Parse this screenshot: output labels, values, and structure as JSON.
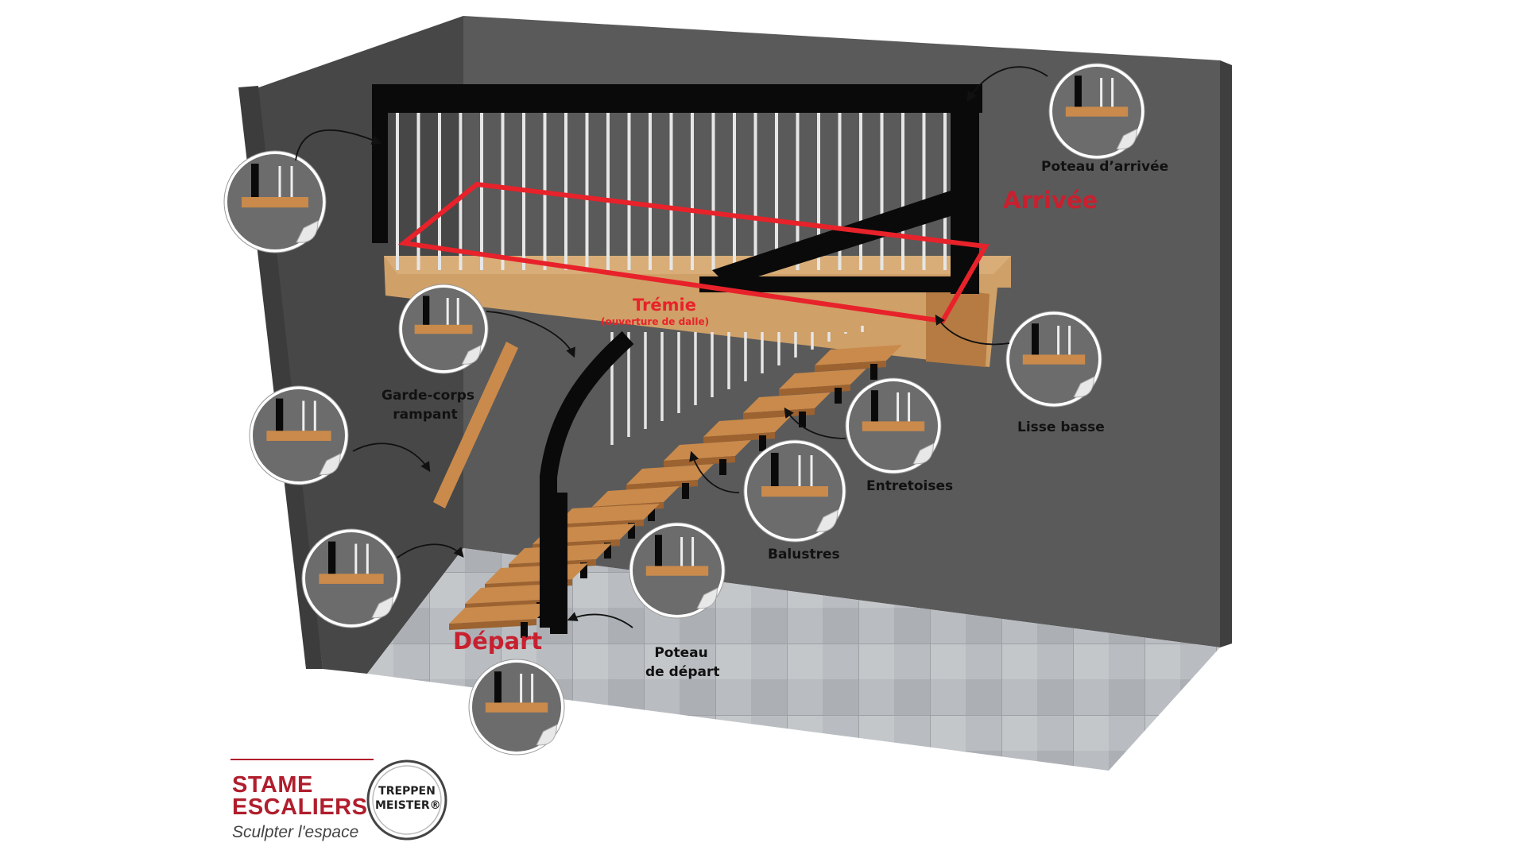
{
  "labels": {
    "poteau_arrivee": "Poteau d’arrivée",
    "arrivee": "Arrivée",
    "tremie": "Trémie",
    "tremie_sub": "(ouverture de dalle)",
    "garde_corps_l1": "Garde-corps",
    "garde_corps_l2": "rampant",
    "lisse_basse": "Lisse basse",
    "entretoises": "Entretoises",
    "balustres": "Balustres",
    "poteau_depart_l1": "Poteau",
    "poteau_depart_l2": "de départ",
    "depart": "Départ"
  },
  "logo": {
    "line1": "STAME",
    "line2": "ESCALIERS",
    "tagline": "Sculpter l'espace",
    "badge_l1": "TREPPEN",
    "badge_l2": "MEISTER®"
  },
  "colors": {
    "wall": "#5b5b5b",
    "wall_dark": "#434343",
    "wood": "#c98a4b",
    "metal": "#0a0a0a",
    "highlight": "#e8222a",
    "brand": "#b01e2d",
    "floor": "#b8bcbf"
  }
}
